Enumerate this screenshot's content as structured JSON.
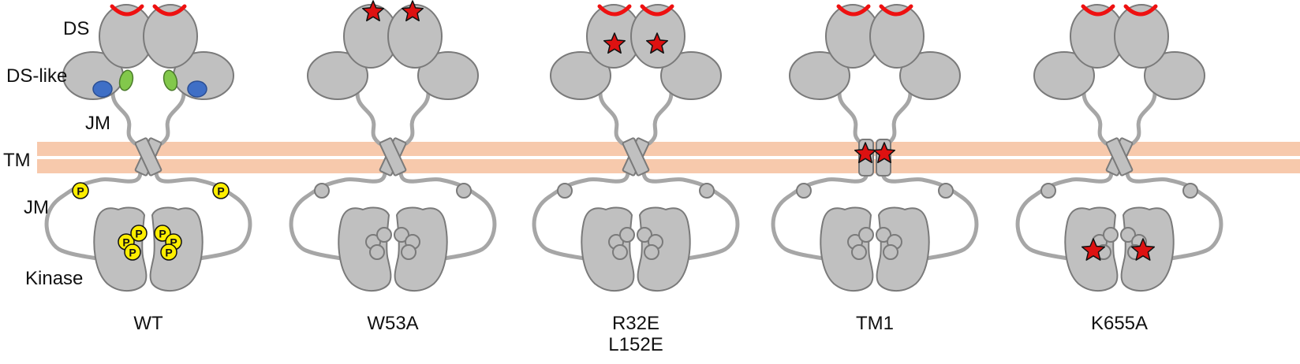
{
  "side_labels": {
    "ds": "DS",
    "ds_like": "DS-like",
    "jm_top": "JM",
    "tm": "TM",
    "jm_bottom": "JM",
    "kinase": "Kinase"
  },
  "variants": [
    {
      "label_lines": [
        "WT"
      ],
      "ds_crescent": true,
      "ds_stars_top": false,
      "ds_stars_mid": false,
      "ds_like_ovals": true,
      "tm_stars": false,
      "phospho_sites": true,
      "kinase_stars": false,
      "phospho_marker": "P"
    },
    {
      "label_lines": [
        "W53A"
      ],
      "ds_crescent": false,
      "ds_stars_top": true,
      "ds_stars_mid": false,
      "ds_like_ovals": false,
      "tm_stars": false,
      "phospho_sites": false,
      "kinase_stars": false
    },
    {
      "label_lines": [
        "R32E",
        "L152E"
      ],
      "ds_crescent": true,
      "ds_stars_top": false,
      "ds_stars_mid": true,
      "ds_like_ovals": false,
      "tm_stars": false,
      "phospho_sites": false,
      "kinase_stars": false
    },
    {
      "label_lines": [
        "TM1"
      ],
      "ds_crescent": true,
      "ds_stars_top": false,
      "ds_stars_mid": false,
      "ds_like_ovals": false,
      "tm_stars": true,
      "phospho_sites": false,
      "kinase_stars": false
    },
    {
      "label_lines": [
        "K655A"
      ],
      "ds_crescent": true,
      "ds_stars_top": false,
      "ds_stars_mid": false,
      "ds_like_ovals": false,
      "tm_stars": false,
      "phospho_sites": false,
      "kinase_stars": true
    }
  ],
  "colors": {
    "domain_fill": "#c0c0c0",
    "domain_stroke": "#7a7a7a",
    "linker": "#a6a6a6",
    "membrane": "#f7c9ac",
    "crescent": "#ee1111",
    "star": "#dd1111",
    "phospho": "#ffee00",
    "oval_blue": "#3f6fc6",
    "oval_green": "#82c84b"
  },
  "icons": {
    "star": "star-icon",
    "phospho": "phosphate-icon",
    "crescent": "binding-site-crescent"
  }
}
